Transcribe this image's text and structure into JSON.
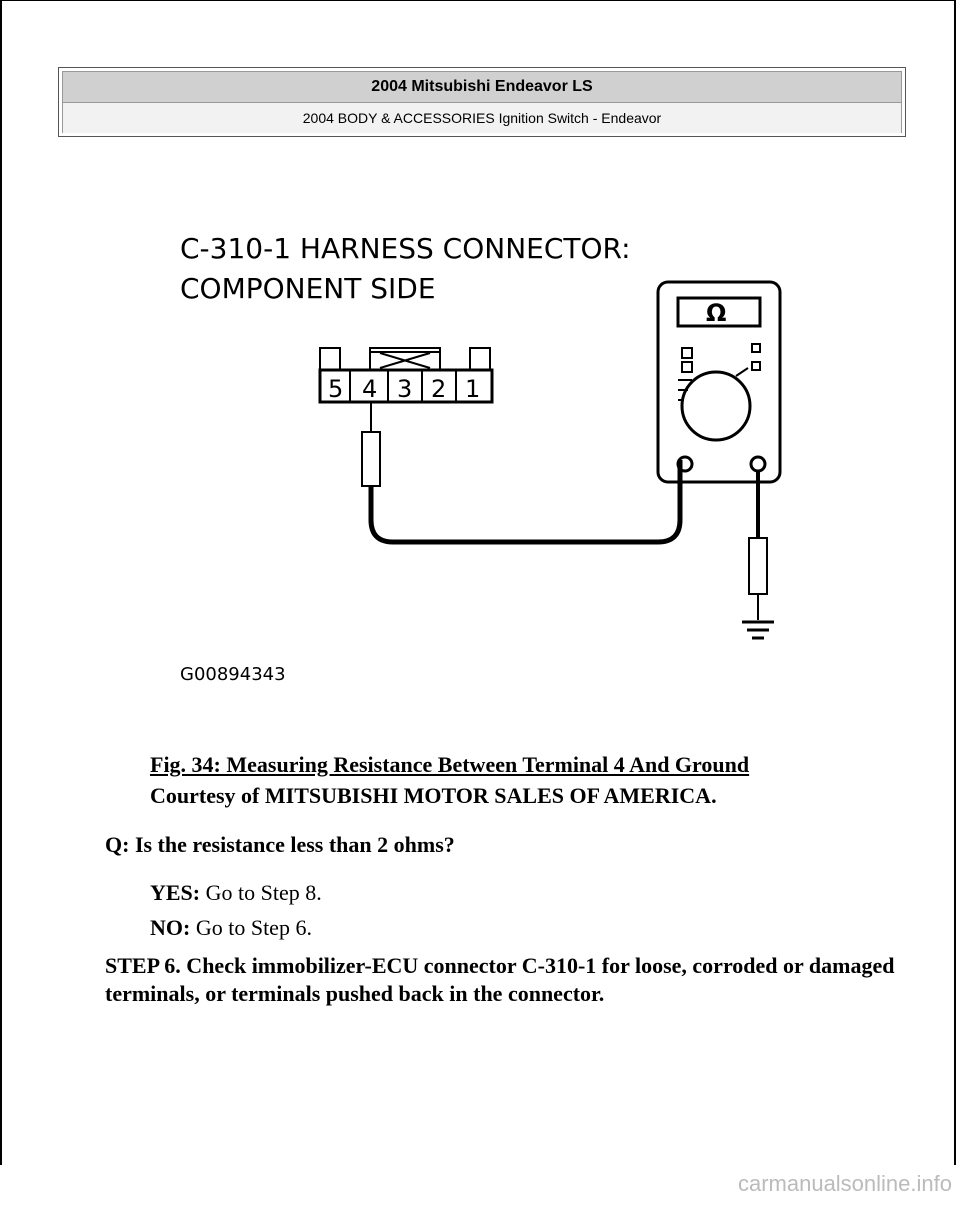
{
  "header": {
    "title": "2004 Mitsubishi Endeavor LS",
    "subtitle": "2004 BODY & ACCESSORIES Ignition Switch - Endeavor"
  },
  "diagram": {
    "heading_line1": "C-310-1 HARNESS CONNECTOR:",
    "heading_line2": "COMPONENT SIDE",
    "terminals": [
      "5",
      "4",
      "3",
      "2",
      "1"
    ],
    "meter_symbol": "Ω",
    "figure_code": "G00894343"
  },
  "caption": {
    "title": "Fig. 34: Measuring Resistance Between Terminal 4 And Ground",
    "courtesy": "Courtesy of MITSUBISHI MOTOR SALES OF AMERICA."
  },
  "question": "Q: Is the resistance less than 2 ohms?",
  "answers": [
    {
      "label": "YES:",
      "text": "Go to Step 8."
    },
    {
      "label": "NO:",
      "text": "Go to Step 6."
    }
  ],
  "step": "STEP 6. Check immobilizer-ECU connector C-310-1 for loose, corroded or damaged terminals, or terminals pushed back in the connector.",
  "footer": "carmanualsonline.info"
}
